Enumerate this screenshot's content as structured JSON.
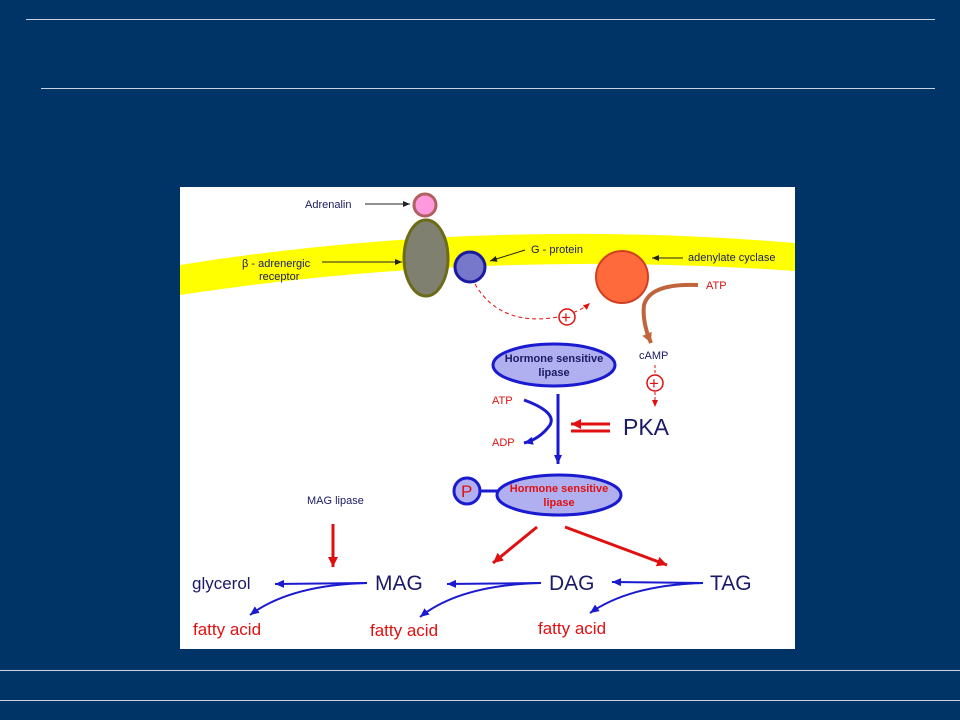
{
  "diagram": {
    "labels": {
      "adrenalin": "Adrenalin",
      "beta_receptor_line1": "β - adrenergic",
      "beta_receptor_line2": "receptor",
      "g_protein": "G - protein",
      "adenylate_cyclase": "adenylate cyclase",
      "atp_top": "ATP",
      "camp": "cAMP",
      "plus_sign": "+",
      "hsl_line1": "Hormone sensitive",
      "hsl_line2": "lipase",
      "atp_left": "ATP",
      "adp": "ADP",
      "pka": "PKA",
      "phosphate": "P",
      "hsl_p_line1": "Hormone sensitive",
      "hsl_p_line2": "lipase",
      "mag_lipase": "MAG lipase",
      "glycerol": "glycerol",
      "mag": "MAG",
      "dag": "DAG",
      "tag": "TAG",
      "fatty_acid": "fatty acid"
    },
    "colors": {
      "background": "#003366",
      "membrane": "#ffff00",
      "receptor": "#808070",
      "receptor_outline": "#6b6b1a",
      "adrenalin": "#ff99dd",
      "g_protein": "#7777cc",
      "g_protein_outline": "#1a1aa0",
      "adenylate_cyclase": "#ff6a3d",
      "camp_arrow": "#c0643c",
      "lipase_fill": "#b0b0f0",
      "arrow_blue": "#1a1ad0",
      "arrow_red": "#e01010",
      "text_dark": "#1a1a66"
    }
  }
}
